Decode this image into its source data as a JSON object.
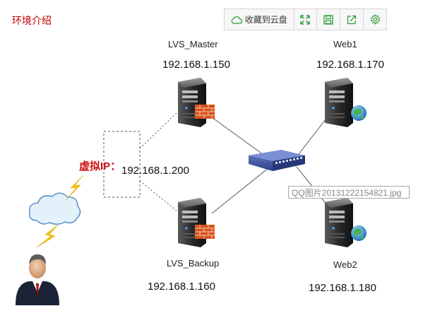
{
  "page": {
    "title": "环境介绍"
  },
  "toolbar": {
    "save_cloud_label": "收藏到云盘",
    "icons": [
      "cloud-icon",
      "fullscreen-icon",
      "save-icon",
      "share-icon",
      "settings-icon"
    ],
    "accent": "#2e9e3a"
  },
  "nodes": {
    "lvs_master": {
      "name": "LVS_Master",
      "ip": "192.168.1.150"
    },
    "lvs_backup": {
      "name": "LVS_Backup",
      "ip": "192.168.1.160"
    },
    "web1": {
      "name": "Web1",
      "ip": "192.168.1.170"
    },
    "web2": {
      "name": "Web2",
      "ip": "192.168.1.180"
    },
    "vip": {
      "label": "虚拟IP：",
      "ip": "192.168.1.200"
    }
  },
  "tooltip": {
    "text": "QQ图片20131222154821.jpg"
  }
}
